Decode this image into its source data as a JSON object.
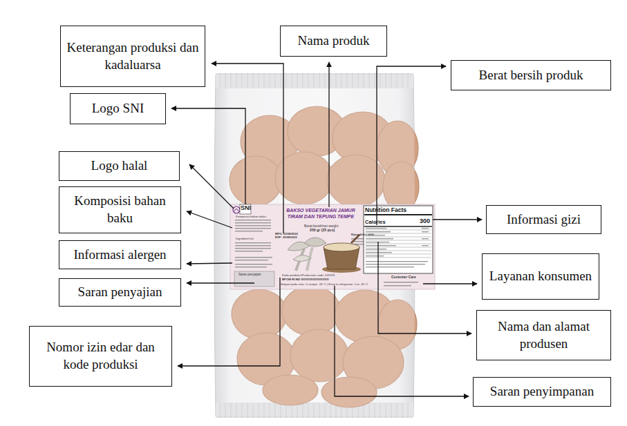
{
  "diagram": {
    "nodes": [
      {
        "text": [
          "Keterangan produksi dan kadaluarsa"
        ]
      },
      {
        "text": [
          "Nama produk"
        ]
      },
      {
        "text": [
          "Berat bersih produk"
        ]
      },
      {
        "text": [
          "Logo SNI"
        ]
      },
      {
        "text": [
          "Logo halal"
        ]
      },
      {
        "text": [
          "Komposisi bahan baku"
        ]
      },
      {
        "text": [
          "Informasi gizi"
        ]
      },
      {
        "text": [
          "Informasi alergen"
        ]
      },
      {
        "text": [
          "Layanan konsumen"
        ]
      },
      {
        "text": [
          "Saran penyajian"
        ]
      },
      {
        "text": [
          "Nama dan alamat produsen"
        ]
      },
      {
        "text": [
          "Nomor izin edar dan kode produksi"
        ]
      },
      {
        "text": [
          "Saran penyimpanan"
        ]
      }
    ],
    "labels": [
      "SNI",
      "BAKSO VEGETARIAN JAMUR TIRAM DAN TEPUNG TEMPE",
      "Nutrition Facts",
      "Komposisi bahan baku:",
      "Berat bersih/net weight:",
      "250 gr (25 pcs)",
      "Calories",
      "300",
      "MFG: 20/08/2022",
      "EXP: 20/08/2023",
      "Diproduksi oleh:",
      "Ingredient list:",
      "Saran penyajian",
      "Kode produksi/Production code: XXXXX",
      "Customer Care",
      "BPOM RI MD XXXXXXXXXXXXXX",
      "Simpan pada suhu -5 sampai -18 °C | Keep in refrigerator -5 to -18 °C"
    ]
  }
}
